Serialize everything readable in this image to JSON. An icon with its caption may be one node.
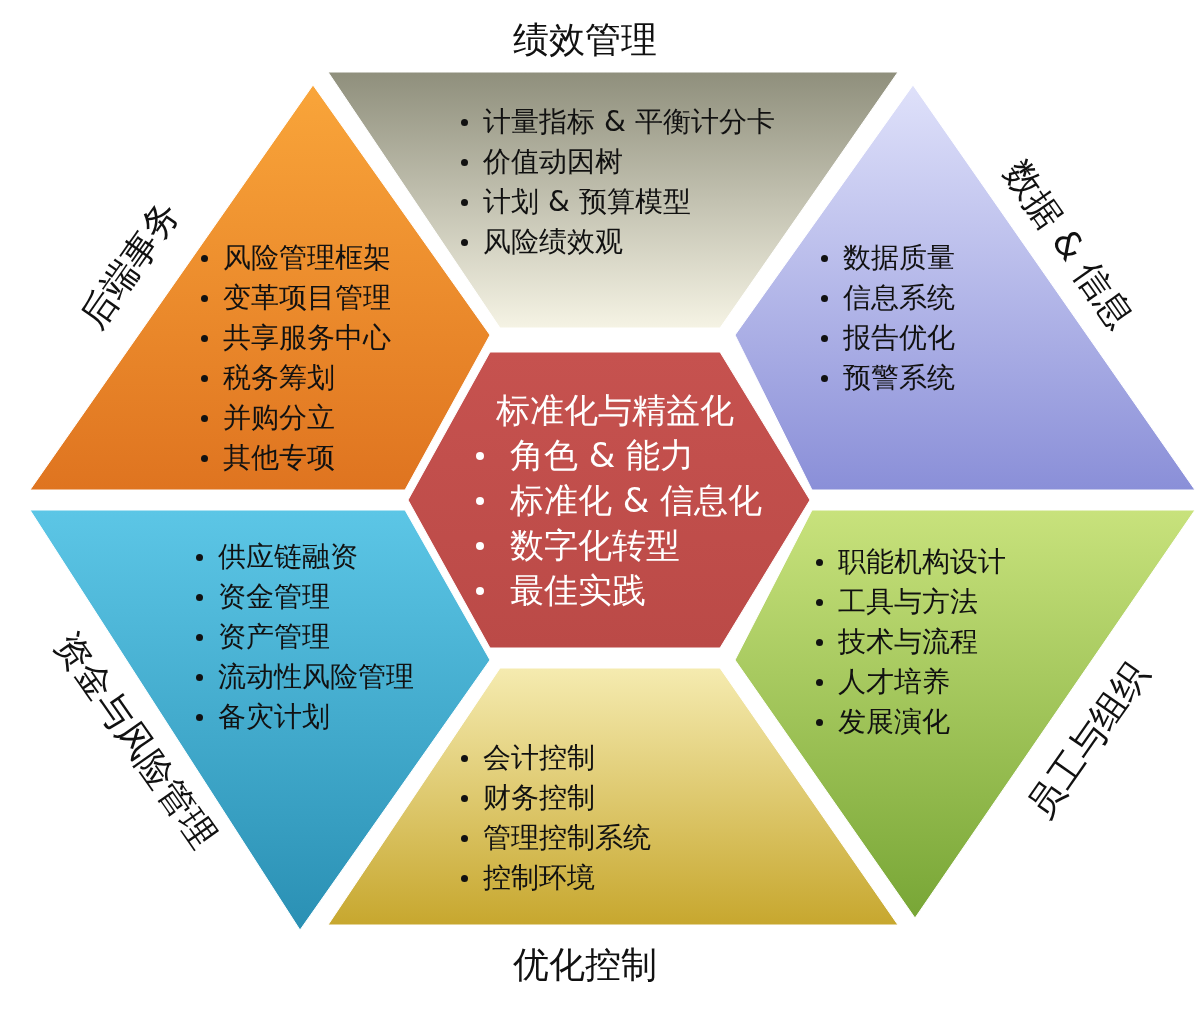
{
  "diagram": {
    "nodes": [
      {
        "text": [
          "绩效管理",
          "计量指标 & 平衡计分卡",
          "价值动因树",
          "计划 & 预算模型",
          "风险绩效观"
        ]
      },
      {
        "text": [
          "后端事务",
          "风险管理框架",
          "变革项目管理",
          "共享服务中心",
          "税务筹划",
          "并购分立",
          "其他专项"
        ]
      },
      {
        "text": [
          "数据 & 信息",
          "数据质量",
          "信息系统",
          "报告优化",
          "预警系统"
        ]
      },
      {
        "text": [
          "标准化与精益化",
          "角色 & 能力",
          "标准化 & 信息化",
          "数字化转型",
          "最佳实践"
        ]
      },
      {
        "text": [
          "资金与风险管理",
          "供应链融资",
          "资金管理",
          "资产管理",
          "流动性风险管理",
          "备灾计划"
        ]
      },
      {
        "text": [
          "员工与组织",
          "职能机构设计",
          "工具与方法",
          "技术与流程",
          "人才培养",
          "发展演化"
        ]
      },
      {
        "text": [
          "会计控制",
          "财务控制",
          "管理控制系统",
          "控制环境",
          "优化控制"
        ]
      }
    ]
  }
}
